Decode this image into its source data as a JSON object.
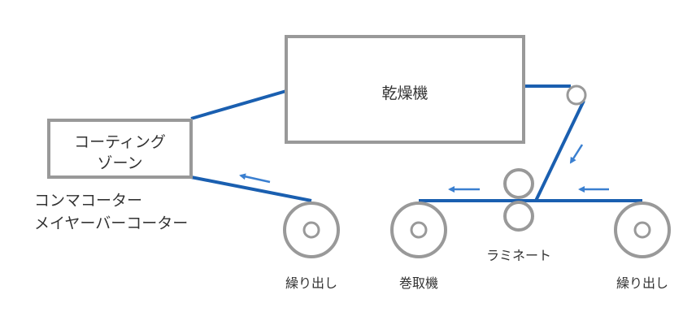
{
  "dryer": {
    "label": "乾燥機"
  },
  "coating_zone": {
    "line1": "コーティング",
    "line2": "ゾーン"
  },
  "coating_methods": {
    "line1": "コンマコーター",
    "line2": "メイヤーバーコーター"
  },
  "rolls": {
    "unwind_left": "繰り出し",
    "winder": "巻取機",
    "lamination": "ラミネート",
    "unwind_right": "繰り出し"
  },
  "colors": {
    "web": "#1a5fb0",
    "arrow": "#3a7fd0",
    "frame": "#999999"
  }
}
